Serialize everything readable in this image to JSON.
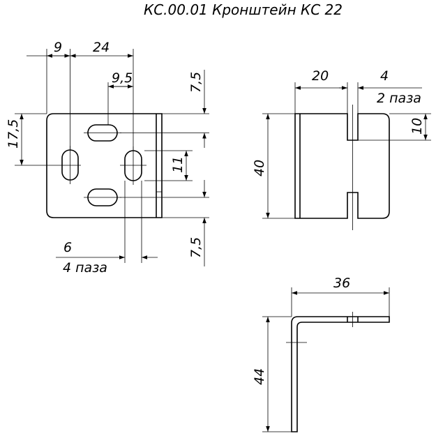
{
  "title": "КС.00.01 Кронштейн КС 22",
  "front_view": {
    "dim_9": "9",
    "dim_24": "24",
    "dim_9_5": "9,5",
    "dim_7_5_top": "7,5",
    "dim_17_5": "17,5",
    "dim_11": "11",
    "dim_7_5_bottom": "7,5",
    "dim_6": "6",
    "slots_note": "4 паза"
  },
  "side_view": {
    "dim_20": "20",
    "dim_4": "4",
    "slots_note": "2 паза",
    "dim_40": "40",
    "dim_10": "10"
  },
  "bottom_view": {
    "dim_36": "36",
    "dim_44": "44"
  }
}
